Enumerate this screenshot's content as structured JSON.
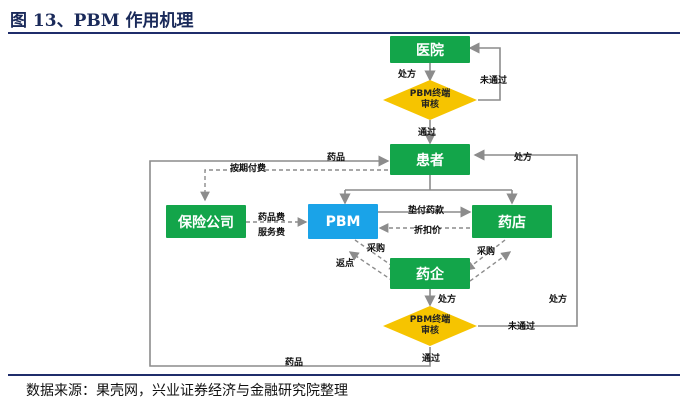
{
  "header": {
    "title": "图 13、PBM 作用机理"
  },
  "footer": {
    "source": "数据来源：果壳网，兴业证券经济与金融研究院整理"
  },
  "nodes": {
    "hospital": "医院",
    "review_top": "PBM终端审核",
    "patient": "患者",
    "insurer": "保险公司",
    "pbm": "PBM",
    "pharmacy": "药店",
    "pharma": "药企",
    "review_bottom": "PBM终端审核"
  },
  "labels": {
    "prescription_top": "处方",
    "rejected_top": "未通过",
    "approved_top": "通过",
    "drugs_left": "药品",
    "prescription_right": "处方",
    "pay_on_time": "按期付费",
    "drug_fee": "药品费",
    "service_fee": "服务费",
    "advance_payment": "垫付药款",
    "discount_price": "折扣价",
    "purchase_pbm": "采购",
    "rebate": "返点",
    "purchase_pharmacy": "采购",
    "prescription_pharma": "处方",
    "prescription_far_right": "处方",
    "rejected_bottom": "未通过",
    "approved_bottom": "通过",
    "drugs_bottom": "药品"
  },
  "colors": {
    "green": "#13a54a",
    "blue": "#1aa3e8",
    "diamond": "#f6c400",
    "rule": "#1f2d6b"
  }
}
